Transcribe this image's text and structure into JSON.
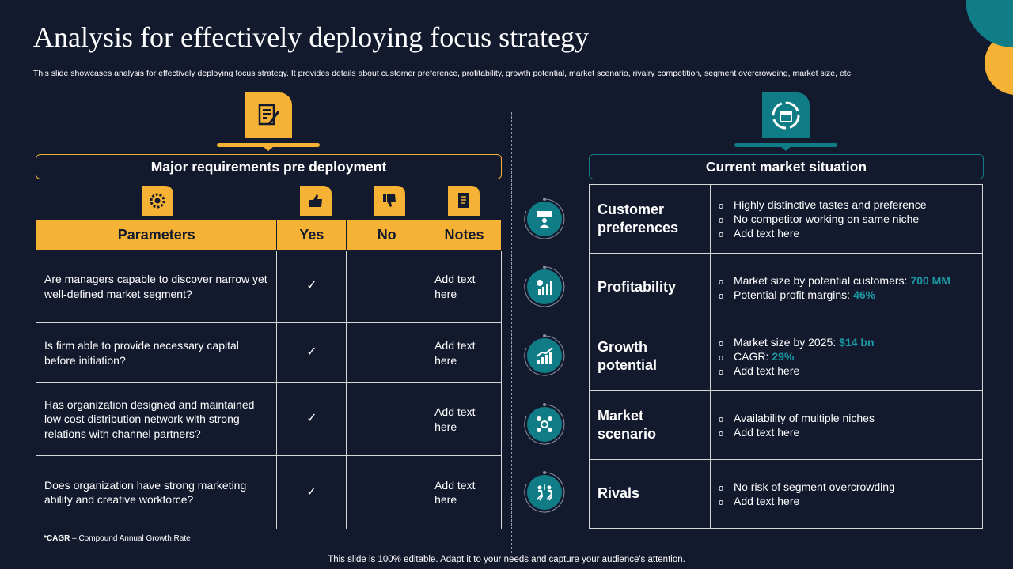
{
  "title": "Analysis for effectively deploying focus strategy",
  "subtitle": "This slide showcases analysis for effectively deploying focus strategy. It provides details about customer preference, profitability, growth potential, market scenario, rivalry competition, segment overcrowding, market size, etc.",
  "colors": {
    "background": "#141a2e",
    "accent_orange": "#f5b234",
    "accent_teal": "#0f7c86",
    "highlight": "#1a9aa5"
  },
  "left_section": {
    "header": "Major requirements pre deployment",
    "icon": "document-edit-icon",
    "column_icons": [
      "gear-people-icon",
      "thumbs-up-icon",
      "thumbs-down-icon",
      "notes-icon"
    ],
    "columns": [
      "Parameters",
      "Yes",
      "No",
      "Notes"
    ],
    "rows": [
      {
        "parameter": "Are managers capable to discover narrow yet well-defined market segment?",
        "yes": "✓",
        "no": "",
        "notes": "Add text here"
      },
      {
        "parameter": "Is firm able to provide necessary capital before initiation?",
        "yes": "✓",
        "no": "",
        "notes": "Add text here"
      },
      {
        "parameter": "Has organization designed and maintained low cost distribution network with strong relations with channel partners?",
        "yes": "✓",
        "no": "",
        "notes": "Add text here"
      },
      {
        "parameter": "Does organization have strong marketing ability and creative workforce?",
        "yes": "✓",
        "no": "",
        "notes": "Add text here"
      }
    ]
  },
  "right_section": {
    "header": "Current market situation",
    "icon": "market-store-icon",
    "rows": [
      {
        "label": "Customer preferences",
        "icon": "customer-feedback-icon",
        "bullets": [
          {
            "text": "Highly distinctive tastes and preference",
            "value": ""
          },
          {
            "text": "No competitor working on same niche",
            "value": ""
          },
          {
            "text": "Add text here",
            "value": ""
          }
        ]
      },
      {
        "label": "Profitability",
        "icon": "profit-chart-icon",
        "bullets": [
          {
            "text": "Market size by potential customers:",
            "value": "700 MM"
          },
          {
            "text": "Potential profit margins:",
            "value": "46%"
          }
        ]
      },
      {
        "label": "Growth potential",
        "icon": "growth-chart-icon",
        "bullets": [
          {
            "text": "Market size by 2025:",
            "value": "$14 bn"
          },
          {
            "text": "CAGR:",
            "value": "29%"
          },
          {
            "text": "Add text here",
            "value": ""
          }
        ]
      },
      {
        "label": "Market scenario",
        "icon": "market-scenario-icon",
        "bullets": [
          {
            "text": "Availability  of multiple niches",
            "value": ""
          },
          {
            "text": "Add text here",
            "value": ""
          }
        ]
      },
      {
        "label": "Rivals",
        "icon": "rivals-icon",
        "bullets": [
          {
            "text": "No risk of segment overcrowding",
            "value": ""
          },
          {
            "text": "Add text here",
            "value": ""
          }
        ]
      }
    ]
  },
  "footnote": {
    "abbr": "*CAGR",
    "text": " – Compound  Annual Growth Rate"
  },
  "bottom_note": "This slide is 100% editable. Adapt it to your needs and capture your audience's attention."
}
